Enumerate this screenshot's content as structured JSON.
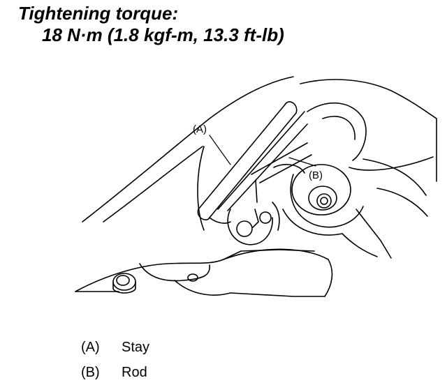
{
  "heading": {
    "line1": "Tightening torque:",
    "line2": "18 N·m (1.8 kgf-m, 13.3 ft-lb)"
  },
  "callouts": {
    "a": "(A)",
    "b": "(B)"
  },
  "legend": [
    {
      "key": "(A)",
      "label": "Stay"
    },
    {
      "key": "(B)",
      "label": "Rod"
    }
  ]
}
